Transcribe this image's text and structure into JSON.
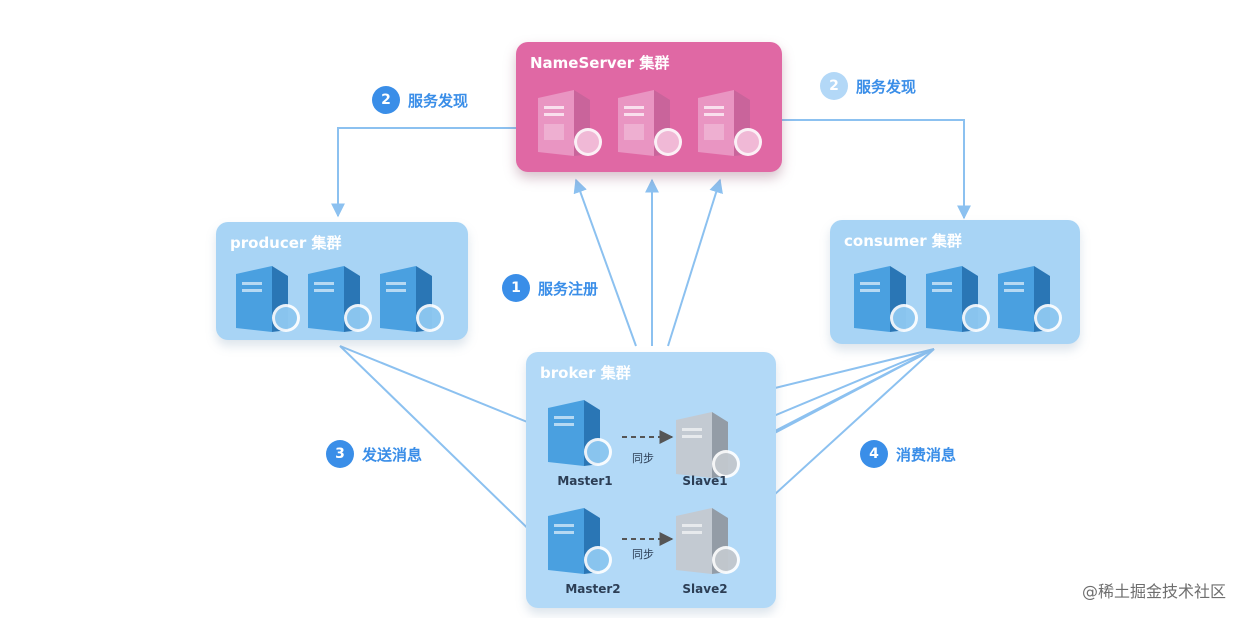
{
  "clusters": {
    "nameserver": {
      "title": "NameServer 集群",
      "color": "#e068a4"
    },
    "producer": {
      "title": "producer 集群",
      "color": "#a8d4f5"
    },
    "consumer": {
      "title": "consumer 集群",
      "color": "#a8d4f5"
    },
    "broker": {
      "title": "broker 集群",
      "nodes": {
        "master1": "Master1",
        "slave1": "Slave1",
        "master2": "Master2",
        "slave2": "Slave2"
      },
      "sync_label": "同步"
    }
  },
  "steps": {
    "register": {
      "number": "1",
      "label": "服务注册"
    },
    "discover_left": {
      "number": "2",
      "label": "服务发现"
    },
    "discover_right": {
      "number": "2",
      "label": "服务发现"
    },
    "send": {
      "number": "3",
      "label": "发送消息"
    },
    "consume": {
      "number": "4",
      "label": "消费消息"
    }
  },
  "watermark": "@稀土掘金技术社区",
  "colors": {
    "arrow": "#8cc1f0",
    "step_blue": "#3a8ee8",
    "step_light": "#b3d8f7",
    "server_blue": "#3d94d6",
    "server_pink": "#eea5cc",
    "server_grey": "#b9c1c9"
  }
}
